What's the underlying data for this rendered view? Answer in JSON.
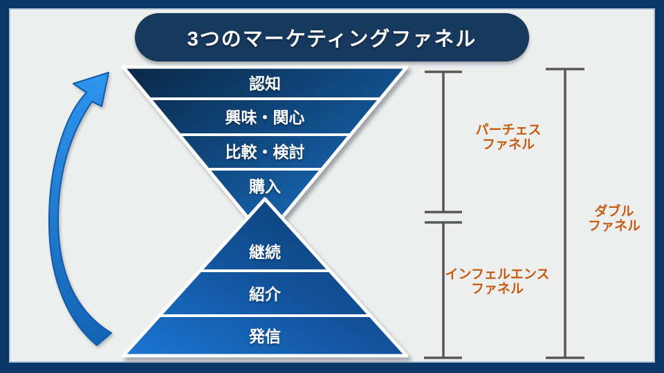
{
  "title": "3つのマーケティングファネル",
  "funnel": {
    "top_stages": [
      "認知",
      "興味・関心",
      "比較・検討",
      "購入"
    ],
    "bottom_stages": [
      "継続",
      "紹介",
      "発信"
    ]
  },
  "annotations": {
    "purchase": {
      "line1": "パーチェス",
      "line2": "ファネル"
    },
    "influence": {
      "line1": "インフェルエンス",
      "line2": "ファネル"
    },
    "double": {
      "line1": "ダブル",
      "line2": "ファネル"
    }
  },
  "colors": {
    "page_border_navy": "#0A3866",
    "canvas_gray": "#EDEEEE",
    "title_pill_navy": "#17395E",
    "funnel_dark_blue": "#0B2B4E",
    "funnel_bright_blue": "#1E79D2",
    "divider_white": "#FFFFFF",
    "annotation_orange": "#C55A11",
    "bracket_gray": "#575757",
    "arrow_blue_light": "#2F95EE",
    "arrow_blue_dark": "#1463B4"
  }
}
